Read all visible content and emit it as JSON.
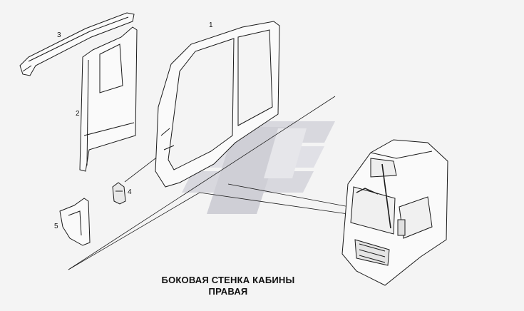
{
  "parts": [
    {
      "id": "1",
      "label": "1"
    },
    {
      "id": "2",
      "label": "2"
    },
    {
      "id": "3",
      "label": "3"
    },
    {
      "id": "4",
      "label": "4"
    },
    {
      "id": "5",
      "label": "5"
    }
  ],
  "caption": {
    "line1": "БОКОВАЯ СТЕНКА КАБИНЫ",
    "line2": "ПРАВАЯ"
  },
  "colors": {
    "background": "#f4f4f4",
    "line": "#1a1a1a",
    "watermark": "#d8d8de"
  }
}
